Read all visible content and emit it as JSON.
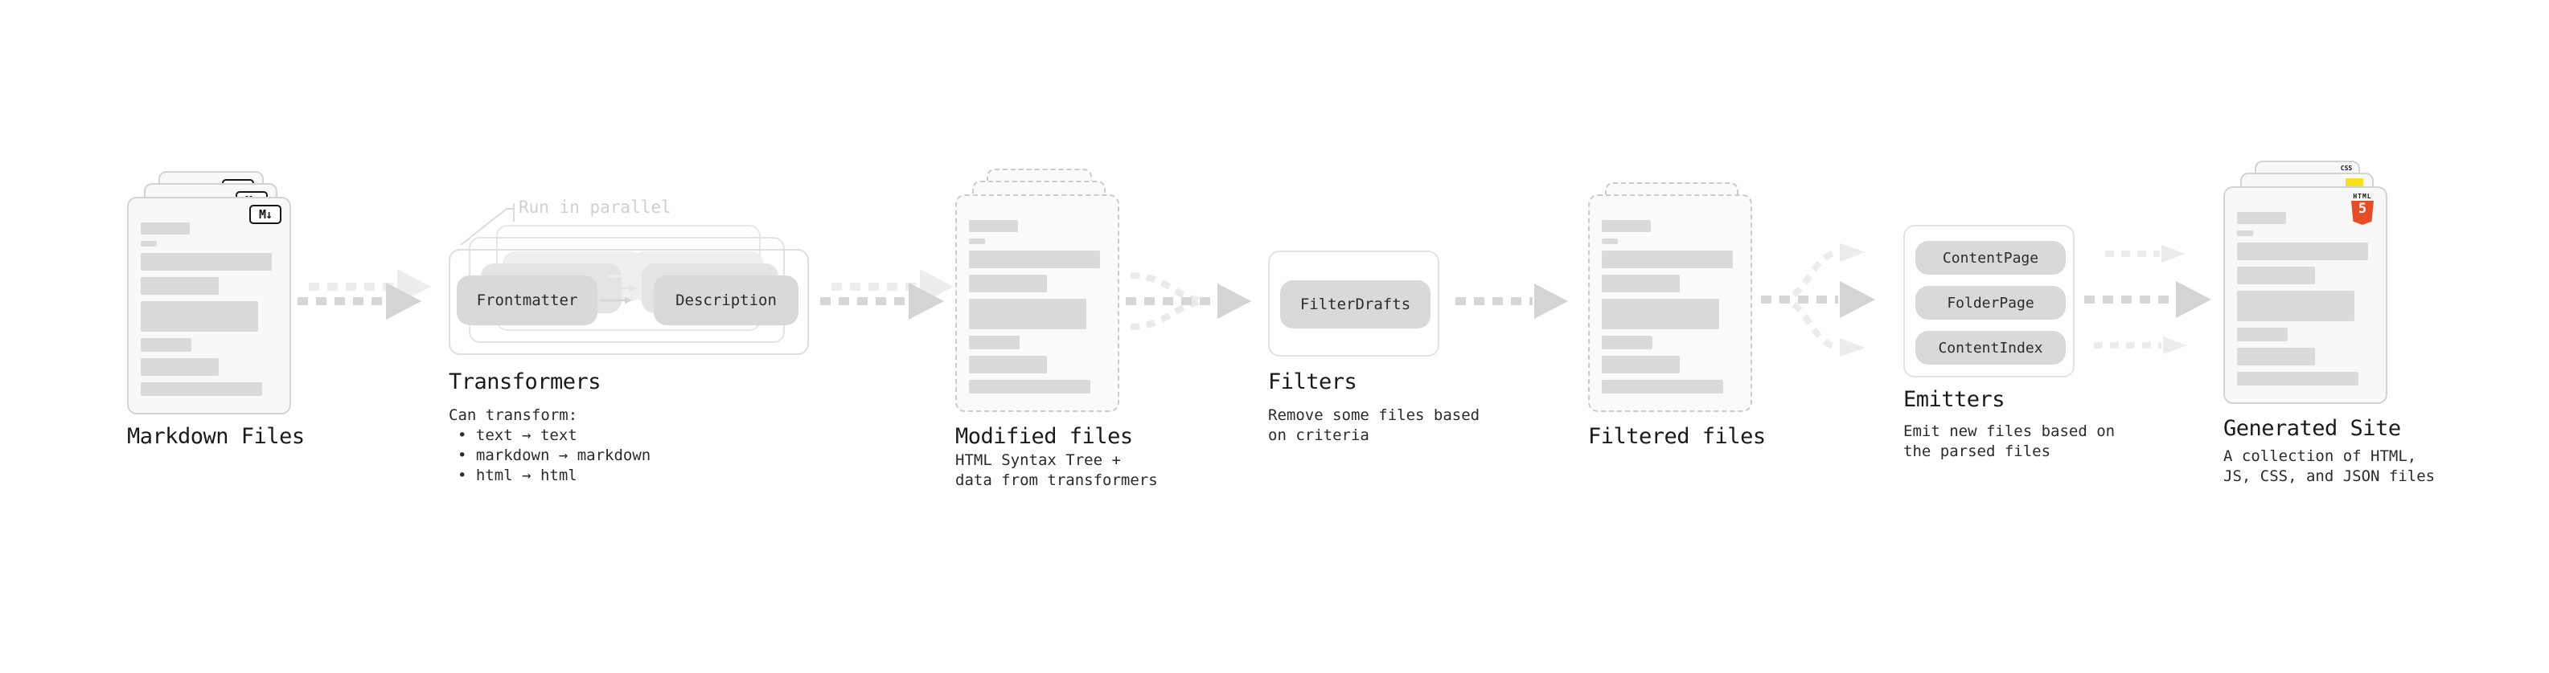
{
  "page": {
    "type": "pipeline-diagram",
    "background": "#ffffff"
  },
  "modules": {
    "markdown_files": {
      "label": "Markdown Files",
      "badge": "M↓"
    },
    "transformers": {
      "label": "Transformers",
      "annotation": "Run in parallel",
      "steps": [
        "Frontmatter",
        "Description"
      ],
      "details_heading": "Can transform:",
      "capabilities": [
        "• text → text",
        "• markdown → markdown",
        "• html → html"
      ]
    },
    "modified_files": {
      "label": "Modified files",
      "description": "HTML Syntax Tree +\ndata from transformers"
    },
    "filters": {
      "label": "Filters",
      "items": [
        "FilterDrafts"
      ],
      "description": "Remove some files based\non criteria"
    },
    "filtered_files": {
      "label": "Filtered files"
    },
    "emitters": {
      "label": "Emitters",
      "items": [
        "ContentPage",
        "FolderPage",
        "ContentIndex"
      ],
      "description": "Emit new files based on\nthe parsed files"
    },
    "generated_site": {
      "label": "Generated Site",
      "description": "A collection of HTML,\nJS, CSS, and JSON files",
      "badges": {
        "html5_label": "HTML",
        "html5_number": "5",
        "css_label": "CSS"
      }
    }
  },
  "colors": {
    "arrow": "#d6d6d6",
    "arrow_light": "#ececec",
    "pill": "#d9d9d9",
    "card_border": "#d3d3d3",
    "card_fill": "#f8f8f8",
    "bar": "#dadada",
    "html5_orange": "#e44d26",
    "js_yellow": "#f7df1e",
    "css_blue": "#2b63e8",
    "note_grey": "#d0d0d0"
  }
}
